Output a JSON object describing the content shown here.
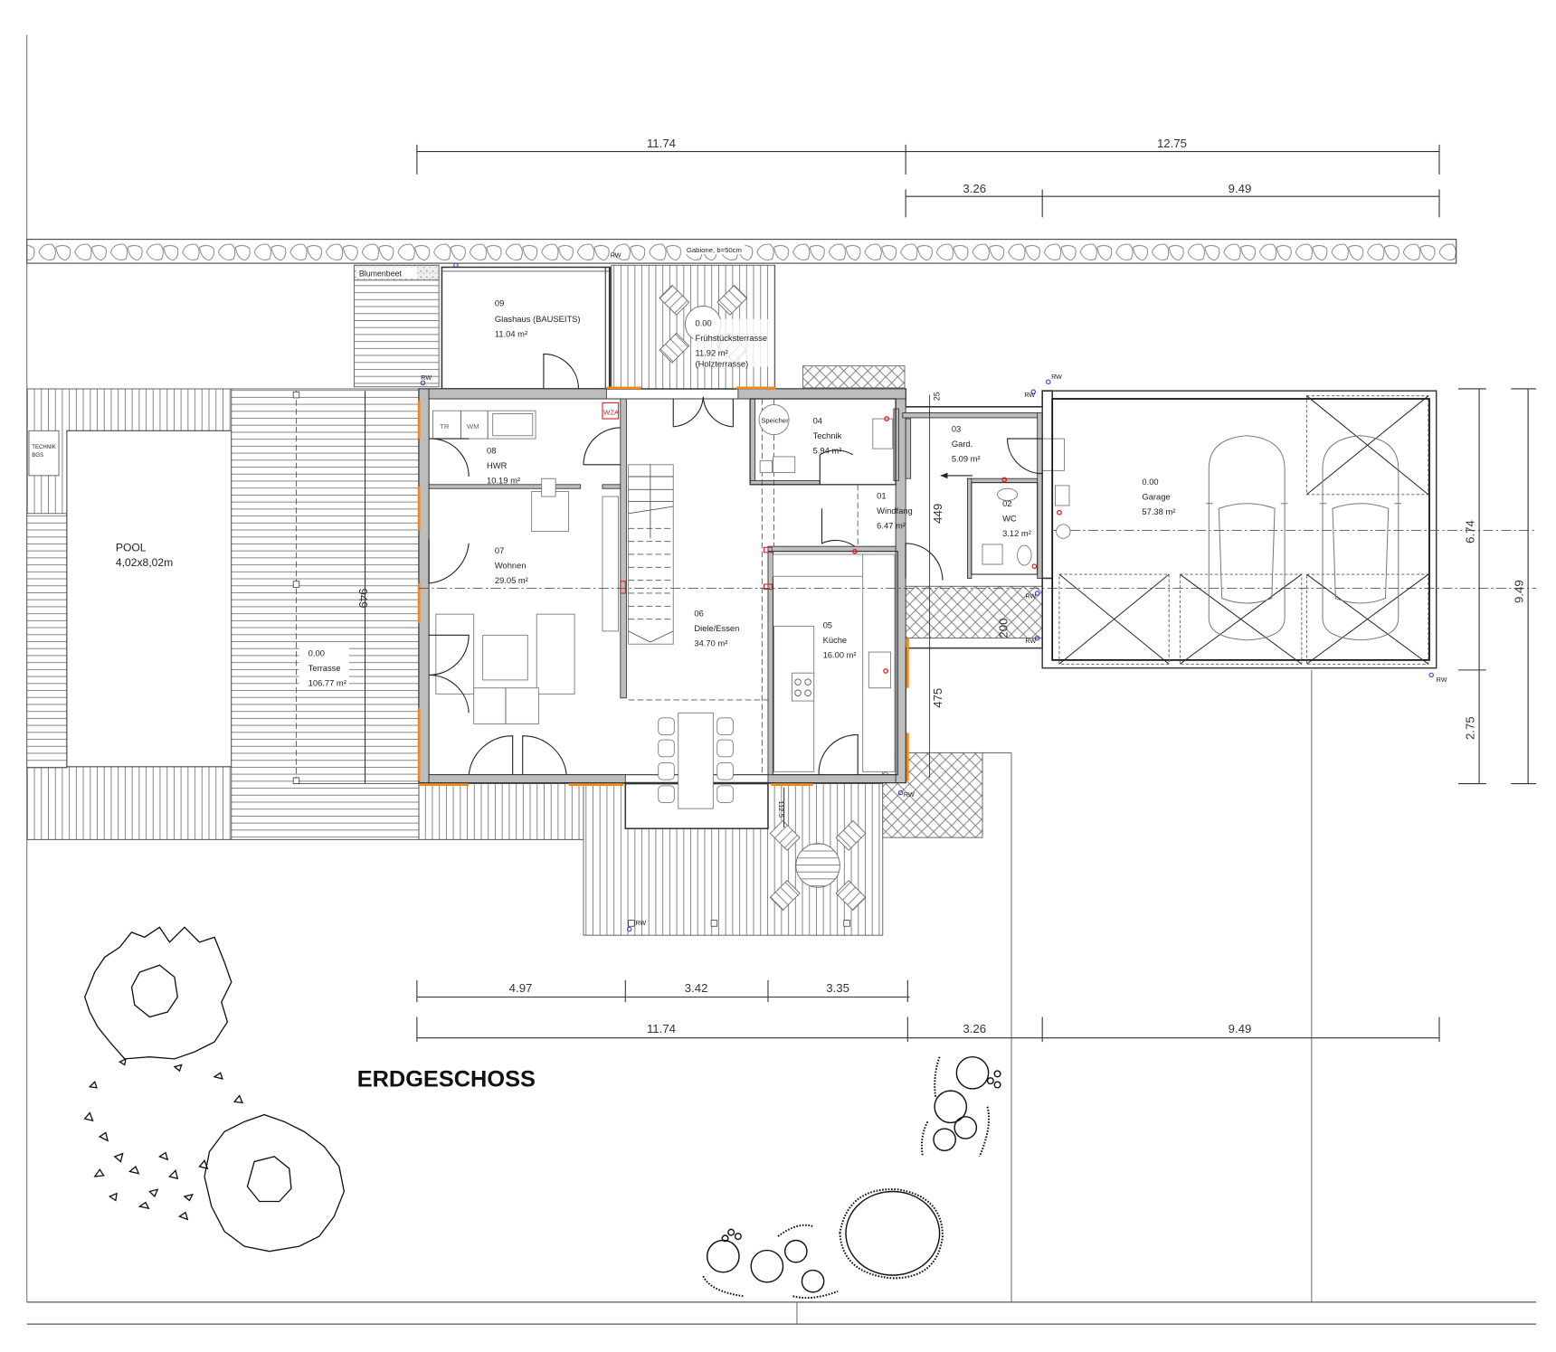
{
  "drawing": {
    "title": "ERDGESCHOSS",
    "type": "architectural floor plan",
    "colors": {
      "lines": "#333333",
      "window_marks": "#f08a1c",
      "rainwater_marks": "#3b3fd0",
      "outlet_marks": "#dd2222",
      "wall_fill": "#bdbdbd"
    }
  },
  "dimensions": {
    "top": {
      "row1": [
        "11.74",
        "12.75"
      ],
      "row2": [
        "3.26",
        "9.49"
      ]
    },
    "bottom": {
      "row1": [
        "4.97",
        "3.42",
        "3.35"
      ],
      "row2": [
        "11.74",
        "3.26",
        "9.49"
      ]
    },
    "right": {
      "inner": [
        "6.74",
        "2.75"
      ],
      "outer": "9.49"
    },
    "interior": {
      "terrace_depth": "949",
      "windfang_depth": "449",
      "entry_depth": "475",
      "entry_path": "200",
      "small_top": "25",
      "terrace_offset": "112.5"
    }
  },
  "site": {
    "gabion_label": "Gabione,  b=50cm",
    "flowerbed_label": "Blumenbeet",
    "pool": {
      "label": "POOL",
      "size": "4,02x8,02m"
    },
    "pool_tech": [
      "TECHNIK",
      "BGS"
    ],
    "rainwater_label": "RW",
    "terrace": {
      "level": "0.00",
      "name": "Terrasse",
      "area": "106.77  m²"
    },
    "breakfast_terrace": {
      "level": "0.00",
      "name": "Frühstücksterrasse",
      "area": "11.92  m²",
      "note": "(Holzterrasse)"
    }
  },
  "rooms": [
    {
      "no": "09",
      "name": "Glashaus (BAUSEITS)",
      "area": "11.04  m²"
    },
    {
      "no": "08",
      "name": "HWR",
      "area": "10.19  m²"
    },
    {
      "no": "07",
      "name": "Wohnen",
      "area": "29.05  m²"
    },
    {
      "no": "06",
      "name": "Diele/Essen",
      "area": "34.70  m²"
    },
    {
      "no": "05",
      "name": "Küche",
      "area": "16.00  m²"
    },
    {
      "no": "04",
      "name": "Technik",
      "area": "5.94  m²"
    },
    {
      "no": "03",
      "name": "Gard.",
      "area": "5.09  m²"
    },
    {
      "no": "02",
      "name": "WC",
      "area": "3.12  m²"
    },
    {
      "no": "01",
      "name": "Windfang",
      "area": "6.47  m²"
    },
    {
      "no": "0.00",
      "name": "Garage",
      "area": "57.38  m²"
    }
  ],
  "fixtures": {
    "dryer": "TR",
    "washer": "WM",
    "meter": "WZA",
    "storage_tank": "Speicher"
  }
}
